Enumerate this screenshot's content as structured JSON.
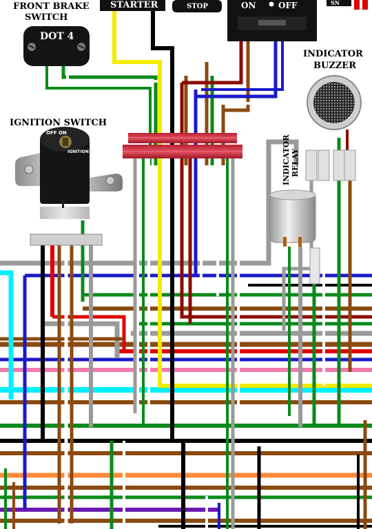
{
  "labels": {
    "front_brake_switch": [
      "FRONT BRAKE",
      "SWITCH"
    ],
    "dot4": "DOT 4",
    "starter": "STARTER",
    "stop": "STOP",
    "on": "ON",
    "off": "OFF",
    "ignition_switch": "IGNITION SWITCH",
    "ignition_key_top": "OFF ON",
    "ignition_key_side": "IGNITION",
    "indicator_buzzer": [
      "INDICATOR",
      "BUZZER"
    ],
    "indicator_relay": [
      "INDICATOR",
      "RELAY"
    ],
    "corner_fragment": "SN"
  },
  "wire_colors": {
    "black": "#000000",
    "white": "#ffffff",
    "green": "#0a8a1a",
    "brown": "#8a4a10",
    "blue": "#1a1ac8",
    "red": "#e00000",
    "darkred": "#8a0c00",
    "yellow": "#f5ea00",
    "grey": "#9a9a9a",
    "pink": "#f27ab0",
    "cyan": "#00f0ff",
    "orange": "#ff8a3a",
    "purple": "#6a1ab0",
    "lightgreen": "#40d040"
  }
}
